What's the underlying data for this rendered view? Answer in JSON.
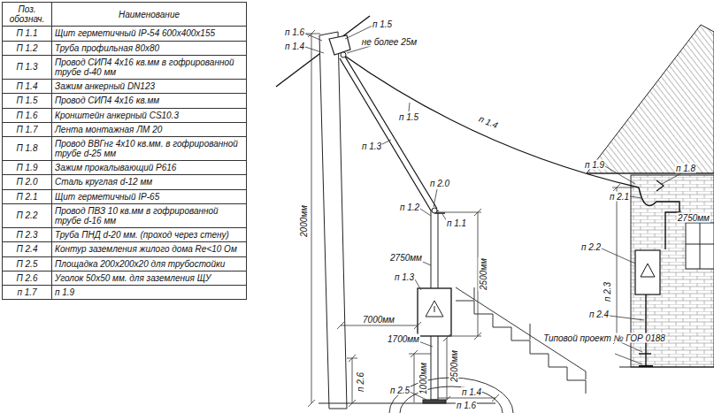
{
  "diagram": {
    "labels": [
      "Поз. обознач.",
      "Наименование",
      "П 1.1",
      "Щит герметичный IP-54 600х400х155",
      "П 1.2",
      "Труба профильная 80х80",
      "П 1.3",
      "Провод СИП4 4х16 кв.мм в гофрированной трубе d-40 мм",
      "П 1.4",
      "Зажим анкерный DN123",
      "П 1.5",
      "Провод СИП4 4х16 кв.мм",
      "П 1.6",
      "Кронштейн анкерный CS10.3",
      "П 1.7",
      "Лента монтажная ЛМ 20",
      "П 1.8",
      "Провод ВВГнг 4х10 кв.мм. в гофрированной трубе d-25 мм",
      "П 1.9",
      "Зажим прокалывающий P616",
      "П 2.0",
      "Сталь круглая d-12 мм",
      "П 2.1",
      "Щит герметичный IP-65",
      "П 2.2",
      "Провод ПВЗ 10 кв.мм в гофрированной трубе d-16 мм",
      "П 2.3",
      "Труба ПНД d-20 мм. (проход через стену)",
      "П 2.4",
      "Контур заземления жилого дома Re<10 Ом",
      "П 2.5",
      "Площадка 200х200х20 для трубостойки",
      "П 2.6",
      "Уголок 50х50 мм. для заземления ЩУ",
      "п 1.7",
      "п 1.9",
      "п 1.6",
      "п 1.4",
      "п 1.5",
      "не более 25м",
      "п 1.5",
      "п 1.4",
      "п 1.3",
      "п 2.0",
      "п 1.2",
      "п 1.1",
      "2750мм",
      "п 1.3",
      "2500мм",
      "1700мм",
      "7000мм",
      "2500мм",
      "2000мм",
      "п 2.6",
      "1000мм",
      "п 2.5",
      "п 1.4",
      "п 1.6",
      "п 1.9",
      "п 1.8",
      "п 2.1",
      "2750мм",
      "п 2.2",
      "п 2.3",
      "п 2.4",
      "Типовой проект № ГОР 0188"
    ]
  }
}
